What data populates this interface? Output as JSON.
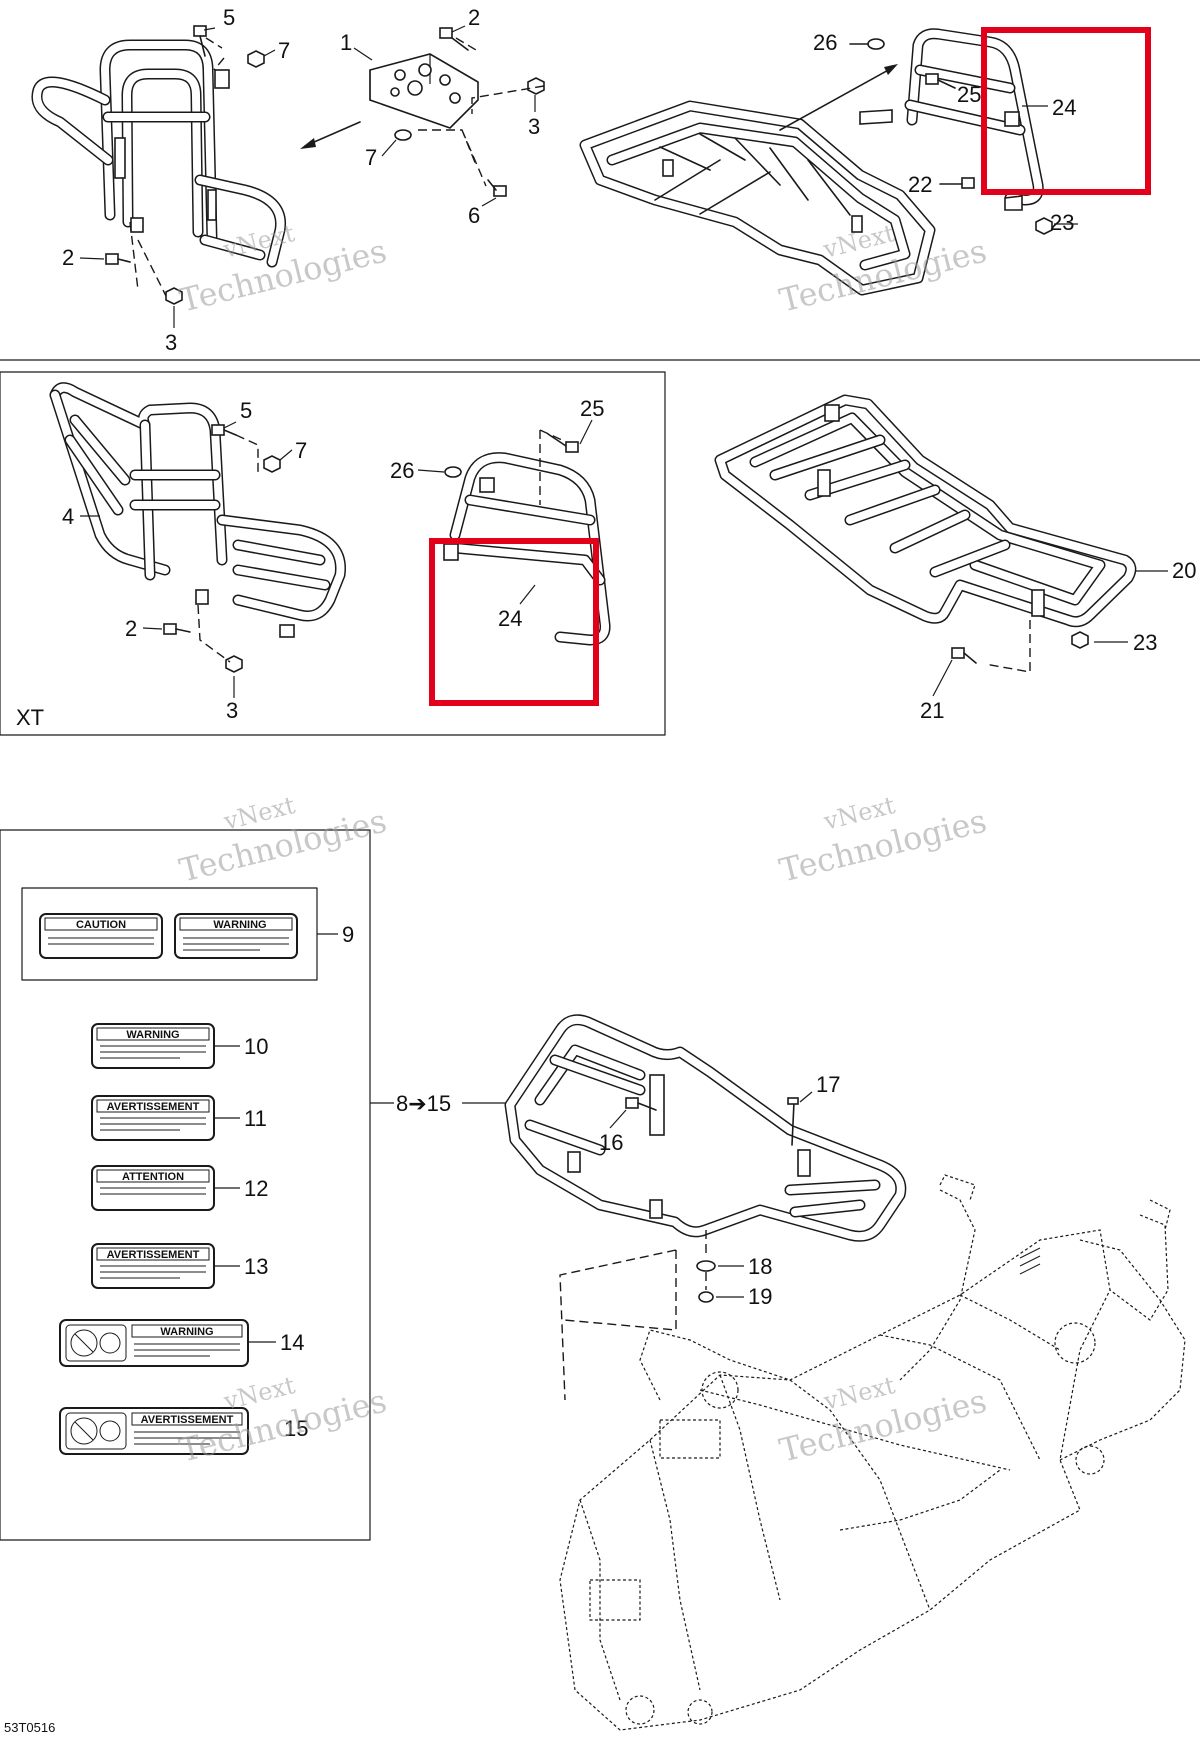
{
  "watermark": {
    "line1": "vNext",
    "line2": "Technologies"
  },
  "xt_label": "XT",
  "callouts": {
    "c1": "1",
    "c2a": "2",
    "c2b": "2",
    "c3a": "3",
    "c3b": "3",
    "c5": "5",
    "c6": "6",
    "c7a": "7",
    "c7b": "7",
    "c26a": "26",
    "c25a": "25",
    "c24a": "24",
    "c22": "22",
    "c23a": "23",
    "c4": "4",
    "c5b": "5",
    "c7c": "7",
    "c2c": "2",
    "c3c": "3",
    "c26b": "26",
    "c25b": "25",
    "c24b": "24",
    "c20": "20",
    "c23b": "23",
    "c21": "21",
    "c9": "9",
    "c10": "10",
    "c11": "11",
    "c12": "12",
    "c13": "13",
    "c14": "14",
    "c15": "15",
    "c8to15": "8➔15",
    "c16": "16",
    "c17": "17",
    "c18": "18",
    "c19": "19"
  },
  "decals": {
    "caution": "CAUTION",
    "warning": "WARNING",
    "avertissement": "AVERTISSEMENT",
    "attention": "ATTENTION"
  },
  "figure_code": "53T0516",
  "colors": {
    "highlight": "#e3001b",
    "line": "#1a1a1a",
    "watermark": "#9a9a9a"
  }
}
